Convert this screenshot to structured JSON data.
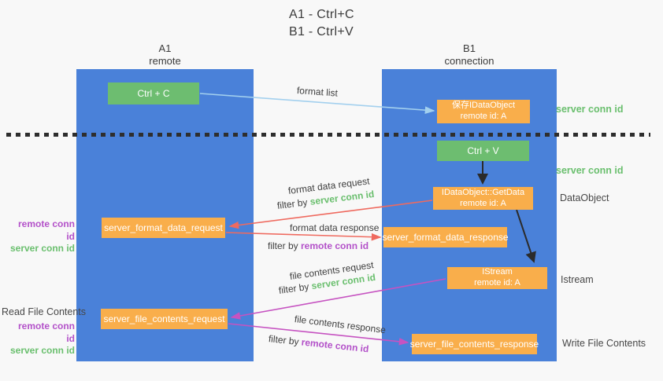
{
  "title": {
    "line1": "A1 - Ctrl+C",
    "line2": "B1 - Ctrl+V"
  },
  "columns": {
    "a1": {
      "name": "A1",
      "subtitle": "remote"
    },
    "b1": {
      "name": "B1",
      "subtitle": "connection"
    }
  },
  "boxes": {
    "ctrl_c": "Ctrl + C",
    "ctrl_v": "Ctrl + V",
    "save_idataobject": {
      "line1": "保存IDataObject",
      "line2": "remote id: A"
    },
    "getdata": {
      "line1": "IDataObject::GetData",
      "line2": "remote id: A"
    },
    "istream": {
      "line1": "IStream",
      "line2": "remote id: A"
    },
    "format_request": "server_format_data_request",
    "format_response": "server_format_data_response",
    "file_request": "server_file_contents_request",
    "file_response": "server_file_contents_response"
  },
  "arrow_labels": {
    "format_list": "format list",
    "format_data_request": "format data request",
    "format_data_response": "format data response",
    "file_contents_request": "file contents request",
    "file_contents_response": "file contents response",
    "filter_by": "filter by ",
    "server_conn_id": "server conn id",
    "remote_conn_id": "remote conn id"
  },
  "side_labels": {
    "server_conn_id_top": "server conn id",
    "server_conn_id_mid": "server conn id",
    "dataobject": "DataObject",
    "istream": "Istream",
    "write_file_contents": "Write File Contents",
    "read_file_contents": "Read File Contents",
    "remote_conn_id": "remote conn id",
    "server_conn_id": "server conn id"
  },
  "colors": {
    "lifeline_blue": "#4a81d9",
    "box_orange": "#f9ae4b",
    "box_green": "#6dbd70",
    "label_green": "#6abf6e",
    "label_purple": "#b351c9",
    "arrow_red": "#ef6a5f",
    "arrow_magenta": "#c653c1",
    "arrow_light_blue": "#a3d0ee",
    "arrow_black": "#2b2b2b"
  }
}
